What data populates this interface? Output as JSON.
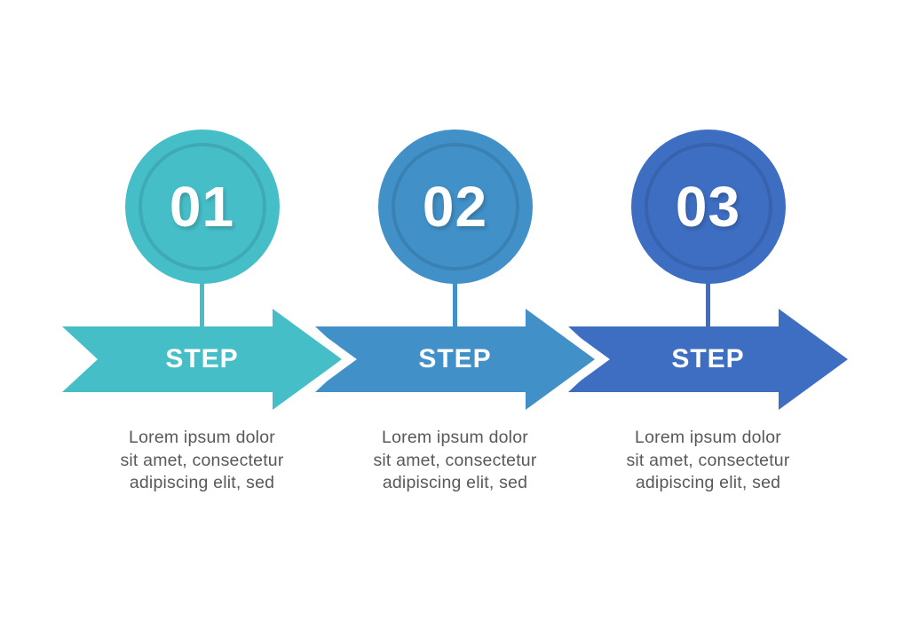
{
  "diagram": {
    "type": "process-steps-infographic",
    "background": "#ffffff",
    "description_text_color": "#58595b",
    "step_label_color": "#ffffff",
    "steps": [
      {
        "number": "01",
        "label": "STEP",
        "color": "#46BEC8",
        "description": "Lorem ipsum dolor sit amet, consectetur adipiscing elit, sed",
        "description_lines": [
          "Lorem ipsum dolor",
          "sit amet, consectetur",
          "adipiscing elit, sed"
        ]
      },
      {
        "number": "02",
        "label": "STEP",
        "color": "#4190C8",
        "description": "Lorem ipsum dolor sit amet, consectetur adipiscing elit, sed",
        "description_lines": [
          "Lorem ipsum dolor",
          "sit amet, consectetur",
          "adipiscing elit, sed"
        ]
      },
      {
        "number": "03",
        "label": "STEP",
        "color": "#3E6EC2",
        "description": "Lorem ipsum dolor sit amet, consectetur adipiscing elit, sed",
        "description_lines": [
          "Lorem ipsum dolor",
          "sit amet, consectetur",
          "adipiscing elit, sed"
        ]
      }
    ]
  }
}
